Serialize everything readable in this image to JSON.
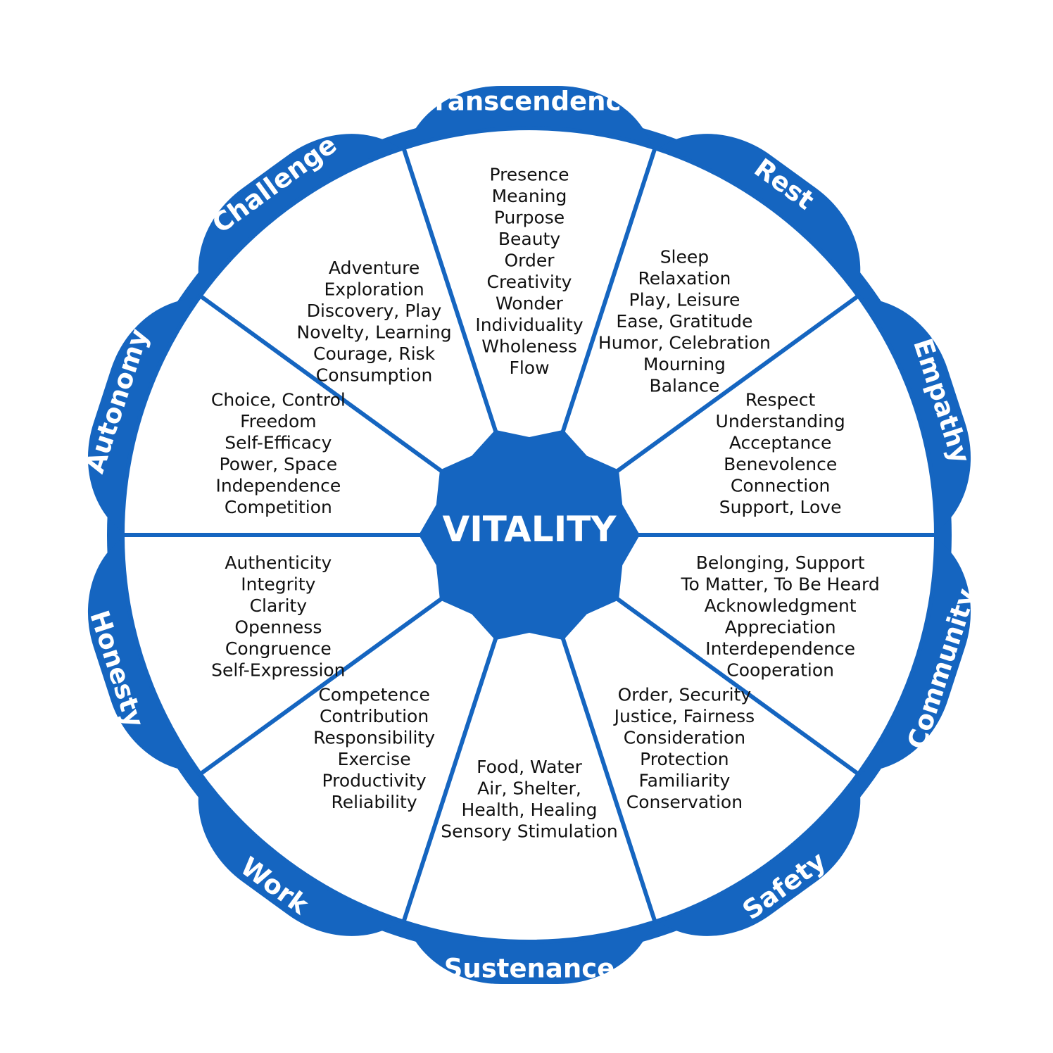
{
  "center": {
    "label": "VITALITY"
  },
  "colors": {
    "primary": "#1565c0",
    "fill": "#ffffff",
    "text": "#111111"
  },
  "segments": [
    {
      "category": "Transcendence",
      "items": [
        "Presence",
        "Meaning",
        "Purpose",
        "Beauty",
        "Order",
        "Creativity",
        "Wonder",
        "Individuality",
        "Wholeness",
        "Flow"
      ]
    },
    {
      "category": "Rest",
      "items": [
        "Sleep",
        "Relaxation",
        "Play, Leisure",
        "Ease, Gratitude",
        "Humor, Celebration",
        "Mourning",
        "Balance"
      ]
    },
    {
      "category": "Empathy",
      "items": [
        "Respect",
        "Understanding",
        "Acceptance",
        "Benevolence",
        "Connection",
        "Support, Love"
      ]
    },
    {
      "category": "Community",
      "items": [
        "Belonging, Support",
        "To Matter, To Be Heard",
        "Acknowledgment",
        "Appreciation",
        "Interdependence",
        "Cooperation"
      ]
    },
    {
      "category": "Safety",
      "items": [
        "Order, Security",
        "Justice, Fairness",
        "Consideration",
        "Protection",
        "Familiarity",
        "Conservation"
      ]
    },
    {
      "category": "Sustenance",
      "items": [
        "Food, Water",
        "Air, Shelter,",
        "Health, Healing",
        "Sensory Stimulation"
      ]
    },
    {
      "category": "Work",
      "items": [
        "Competence",
        "Contribution",
        "Responsibility",
        "Exercise",
        "Productivity",
        "Reliability"
      ]
    },
    {
      "category": "Honesty",
      "items": [
        "Authenticity",
        "Integrity",
        "Clarity",
        "Openness",
        "Congruence",
        "Self-Expression"
      ]
    },
    {
      "category": "Autonomy",
      "items": [
        "Choice, Control",
        "Freedom",
        "Self-Efficacy",
        "Power, Space",
        "Independence",
        "Competition"
      ]
    },
    {
      "category": "Challenge",
      "items": [
        "Adventure",
        "Exploration",
        "Discovery, Play",
        "Novelty, Learning",
        "Courage, Risk",
        "Consumption"
      ]
    }
  ]
}
